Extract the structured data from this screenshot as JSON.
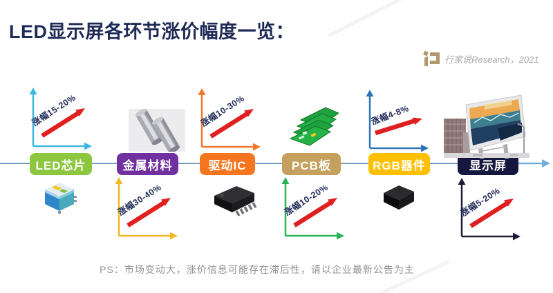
{
  "title": "LED显示屏各环节涨价幅度一览：",
  "logo": {
    "brand": "行家说Research，2021",
    "icon_color": "#B2986B"
  },
  "footer": {
    "note": "PS：市场变动大，涨价信息可能存在滞后性，请以企业最新公告为主"
  },
  "flow": {
    "direction": "left-to-right",
    "line_color": "#7C9FBE",
    "end_arrow_color": "#76ACDC",
    "increase_arrow_color": "#E02020",
    "nodes": [
      {
        "label": "LED芯片",
        "box_color": "#8DC63F",
        "increase_label": "涨幅15-20%",
        "axis_color": "#3EB7E0",
        "chart_position": "above",
        "icon": "led-chip-icon"
      },
      {
        "label": "金属材料",
        "box_color": "#7030A0",
        "increase_label": "涨幅30-40%",
        "axis_color": "#EFB829",
        "chart_position": "below",
        "icon": "metal-rods-icon"
      },
      {
        "label": "驱动IC",
        "box_color": "#F5761F",
        "increase_label": "涨幅10-30%",
        "axis_color": "#F4772A",
        "chart_position": "above",
        "icon": "driver-ic-icon"
      },
      {
        "label": "PCB板",
        "box_color": "#C5A05E",
        "increase_label": "涨幅10-20%",
        "axis_color": "#2BB257",
        "chart_position": "below",
        "icon": "pcb-boards-icon"
      },
      {
        "label": "RGB器件",
        "box_color": "#FFC000",
        "increase_label": "涨幅4-8%",
        "axis_color": "#2E75B6",
        "chart_position": "above",
        "icon": "rgb-package-icon"
      },
      {
        "label": "显示屏",
        "box_color": "#15173F",
        "increase_label": "涨幅5-20%",
        "axis_color": "#1B1B35",
        "chart_position": "below",
        "icon": "led-billboard-icon"
      }
    ]
  }
}
